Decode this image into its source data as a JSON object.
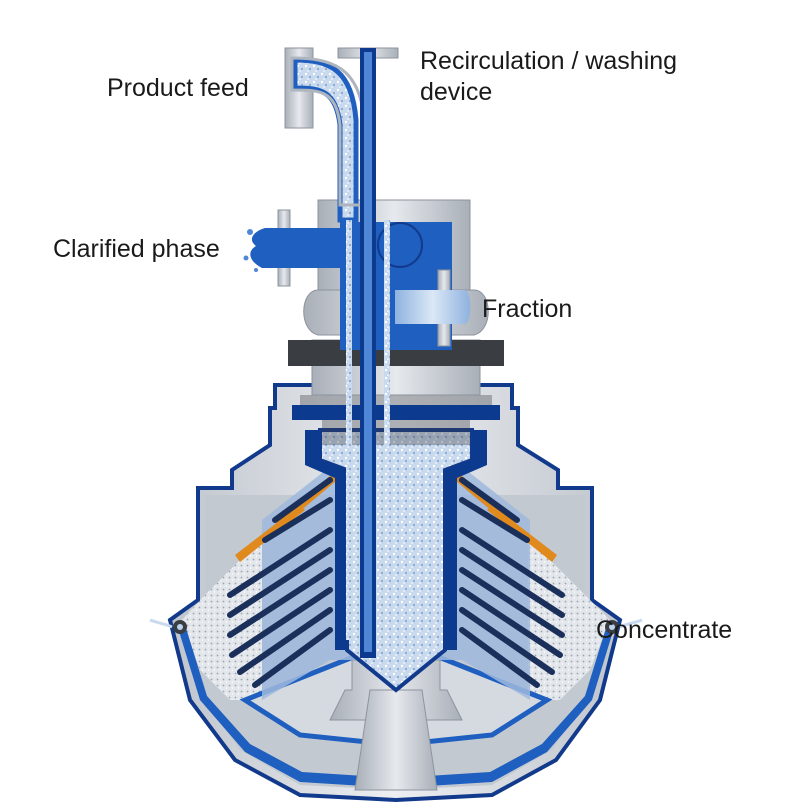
{
  "labels": {
    "product_feed": "Product feed",
    "recirculation_line1": "Recirculation / washing",
    "recirculation_line2": "device",
    "clarified_phase": "Clarified phase",
    "fraction": "Fraction",
    "concentrate": "Concentrate"
  },
  "colors": {
    "steel_light": "#d9dde3",
    "steel_mid": "#b8bec7",
    "steel_dark": "#8d949e",
    "outline_blue": "#123a8c",
    "liquid_blue": "#1f5fbf",
    "deep_blue": "#0b3a8f",
    "particle_blue": "#bcd3ee",
    "accent_orange": "#e08a1e",
    "dark_part": "#3a3d42"
  }
}
